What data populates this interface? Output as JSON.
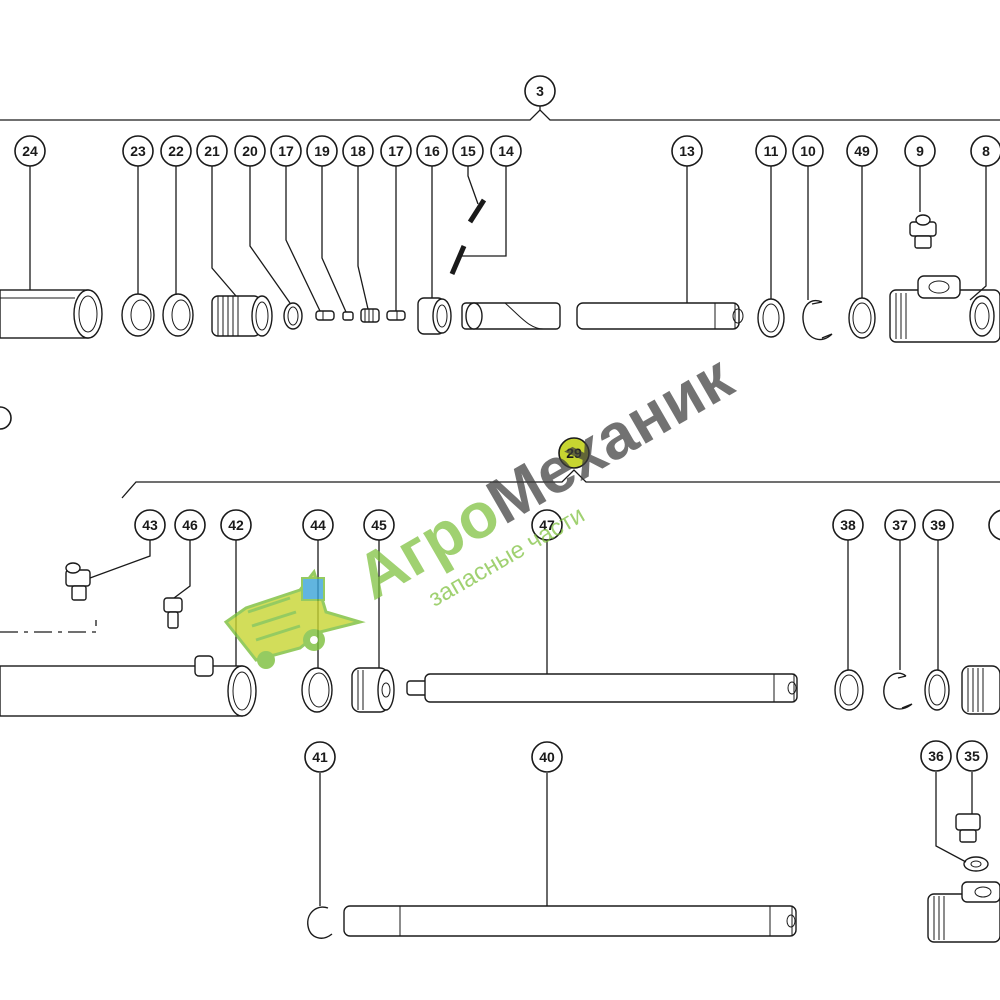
{
  "callouts": {
    "c3": "3",
    "c24": "24",
    "c23": "23",
    "c22": "22",
    "c21": "21",
    "c20": "20",
    "c17a": "17",
    "c19": "19",
    "c18": "18",
    "c17b": "17",
    "c16": "16",
    "c15": "15",
    "c14": "14",
    "c13": "13",
    "c11": "11",
    "c10": "10",
    "c49": "49",
    "c9": "9",
    "c8": "8",
    "c29": "29",
    "c43": "43",
    "c46": "46",
    "c42": "42",
    "c44": "44",
    "c45": "45",
    "c47": "47",
    "c38": "38",
    "c37": "37",
    "c39": "39",
    "c41": "41",
    "c40": "40",
    "c36": "36",
    "c35": "35"
  },
  "watermark": {
    "brand_part1": "Агро",
    "brand_part2": "Механик",
    "subtitle": "запасные части",
    "colors": {
      "green": "#7bbf3a",
      "dark": "#3c3c3c",
      "logo_body": "#c7d531",
      "logo_cab": "#3aa3d8"
    }
  }
}
